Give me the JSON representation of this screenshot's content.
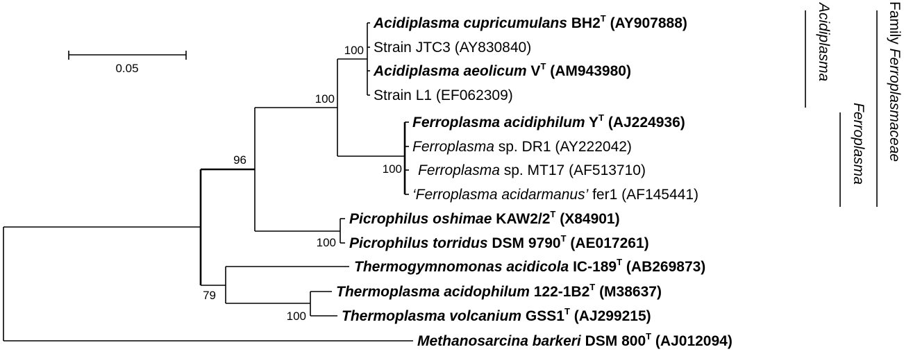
{
  "scale_bar": {
    "label": "0.05"
  },
  "taxa": [
    {
      "id": "t1",
      "parts": [
        {
          "t": "Acidiplasma cupricumulans",
          "s": "b it"
        },
        {
          "t": " BH2",
          "s": "b"
        },
        {
          "t": "T",
          "s": "b sup"
        },
        {
          "t": " (AY907888)",
          "s": "b"
        }
      ]
    },
    {
      "id": "t2",
      "parts": [
        {
          "t": "Strain JTC3 (AY830840)",
          "s": ""
        }
      ]
    },
    {
      "id": "t3",
      "parts": [
        {
          "t": "Acidiplasma aeolicum",
          "s": "b it"
        },
        {
          "t": " V",
          "s": "b"
        },
        {
          "t": "T",
          "s": "b sup"
        },
        {
          "t": " (AM943980)",
          "s": "b"
        }
      ]
    },
    {
      "id": "t4",
      "parts": [
        {
          "t": "Strain L1 (EF062309)",
          "s": ""
        }
      ]
    },
    {
      "id": "t5",
      "parts": [
        {
          "t": "Ferroplasma acidiphilum",
          "s": "b it"
        },
        {
          "t": " Y",
          "s": "b"
        },
        {
          "t": "T",
          "s": "b sup"
        },
        {
          "t": " (AJ224936)",
          "s": "b"
        }
      ]
    },
    {
      "id": "t6",
      "parts": [
        {
          "t": "Ferroplasma",
          "s": "it"
        },
        {
          "t": " sp. DR1 (AY222042)",
          "s": ""
        }
      ]
    },
    {
      "id": "t7",
      "parts": [
        {
          "t": "Ferroplasma",
          "s": "it"
        },
        {
          "t": " sp. MT17 (AF513710)",
          "s": ""
        }
      ]
    },
    {
      "id": "t8",
      "parts": [
        {
          "t": "‘Ferroplasma acidarmanus’",
          "s": "it"
        },
        {
          "t": " fer1 (AF145441)",
          "s": ""
        }
      ]
    },
    {
      "id": "t9",
      "parts": [
        {
          "t": "Picrophilus oshimae",
          "s": "b it"
        },
        {
          "t": " KAW2/2",
          "s": "b"
        },
        {
          "t": "T",
          "s": "b sup"
        },
        {
          "t": " (X84901)",
          "s": "b"
        }
      ]
    },
    {
      "id": "t10",
      "parts": [
        {
          "t": "Picrophilus torridus",
          "s": "b it"
        },
        {
          "t": " DSM 9790",
          "s": "b"
        },
        {
          "t": "T",
          "s": "b sup"
        },
        {
          "t": " (AE017261)",
          "s": "b"
        }
      ]
    },
    {
      "id": "t11",
      "parts": [
        {
          "t": "Thermogymnomonas acidicola",
          "s": "b it"
        },
        {
          "t": " IC-189",
          "s": "b"
        },
        {
          "t": "T",
          "s": "b sup"
        },
        {
          "t": " (AB269873)",
          "s": "b"
        }
      ]
    },
    {
      "id": "t12",
      "parts": [
        {
          "t": "Thermoplasma acidophilum",
          "s": "b it"
        },
        {
          "t": " 122-1B2",
          "s": "b"
        },
        {
          "t": "T",
          "s": "b sup"
        },
        {
          "t": " (M38637)",
          "s": "b"
        }
      ]
    },
    {
      "id": "t13",
      "parts": [
        {
          "t": "Thermoplasma volcanium",
          "s": "b it"
        },
        {
          "t": " GSS1",
          "s": "b"
        },
        {
          "t": "T",
          "s": "b sup"
        },
        {
          "t": " (AJ299215)",
          "s": "b"
        }
      ]
    },
    {
      "id": "t14",
      "parts": [
        {
          "t": "Methanosarcina barkeri",
          "s": "b it"
        },
        {
          "t": " DSM 800",
          "s": "b"
        },
        {
          "t": "T",
          "s": "b sup"
        },
        {
          "t": " (AJ012094)",
          "s": "b"
        }
      ]
    }
  ],
  "bootstrap": [
    {
      "id": "b1",
      "value": "100"
    },
    {
      "id": "b2",
      "value": "100"
    },
    {
      "id": "b3",
      "value": "96"
    },
    {
      "id": "b4",
      "value": "100"
    },
    {
      "id": "b5",
      "value": "100"
    },
    {
      "id": "b6",
      "value": "79"
    },
    {
      "id": "b7",
      "value": "100"
    }
  ],
  "clades": {
    "acidiplasma": "Acidiplasma",
    "ferroplasma": "Ferroplasma",
    "family": "Family Ferroplasmaceae"
  }
}
